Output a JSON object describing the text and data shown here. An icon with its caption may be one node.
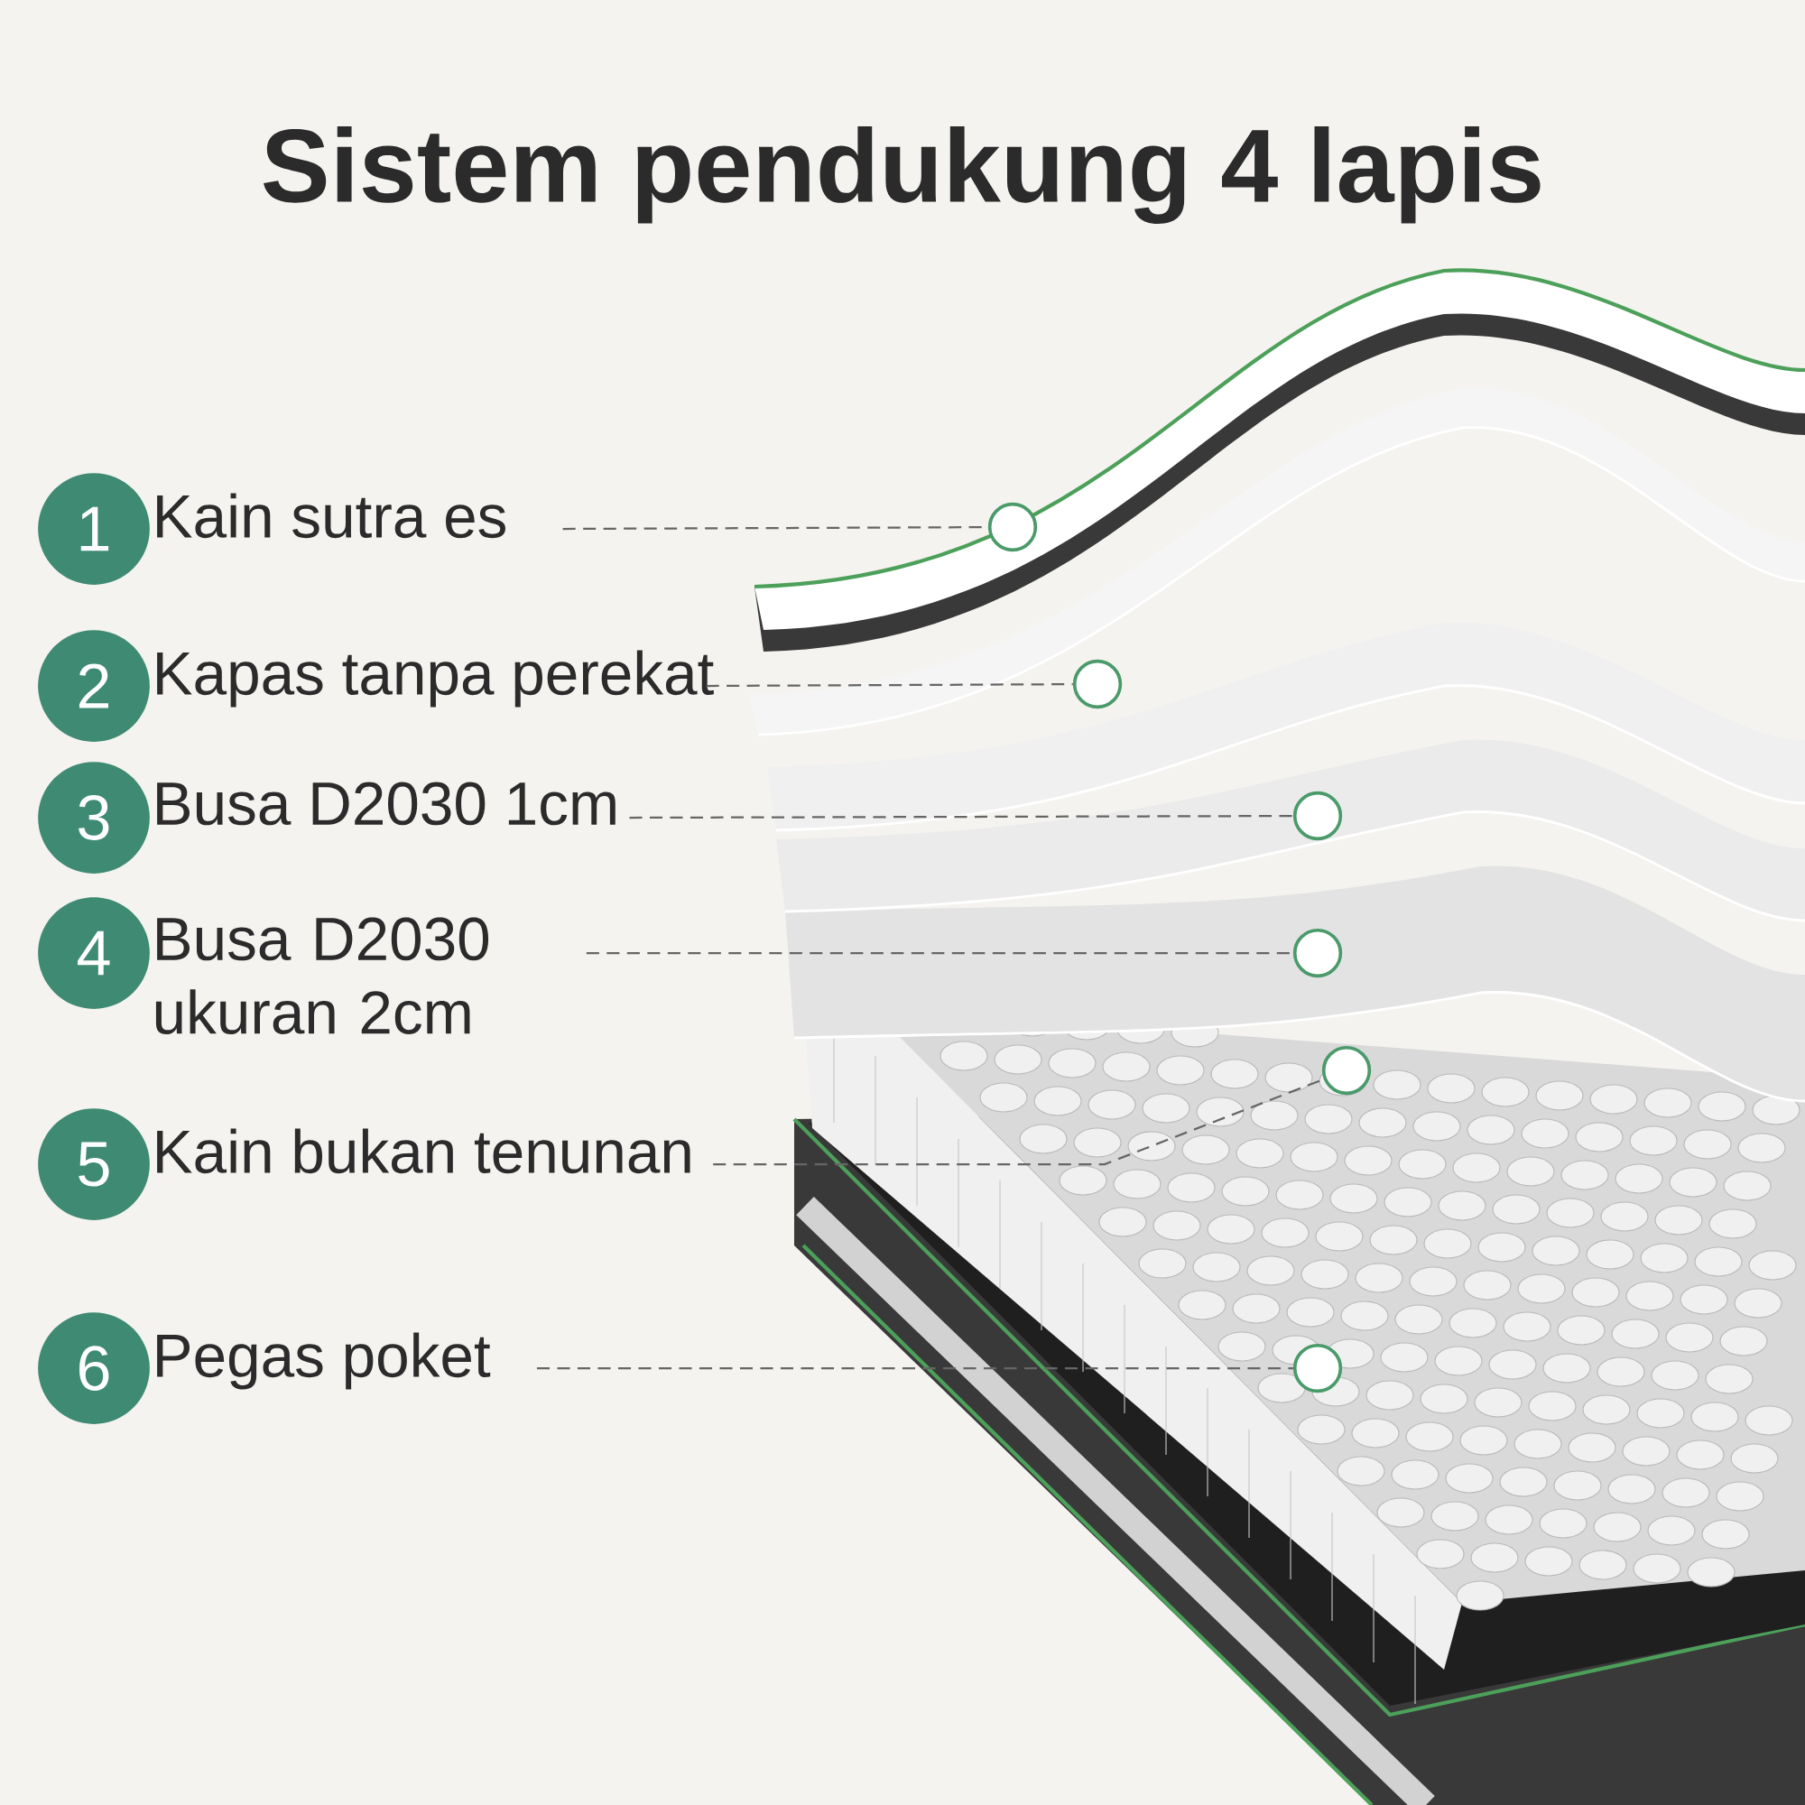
{
  "diagram": {
    "title": "Sistem pendukung 4 lapis",
    "nodes": [
      {
        "text": [
          "1",
          "Kain sutra es"
        ]
      },
      {
        "text": [
          "2",
          "Kapas tanpa perekat"
        ]
      },
      {
        "text": [
          "3",
          "Busa D2030 1cm"
        ]
      },
      {
        "text": [
          "4",
          "Busa D2030 ukuran 2cm"
        ]
      },
      {
        "text": [
          "5",
          "Kain bukan tenunan"
        ]
      },
      {
        "text": [
          "6",
          "Pegas poket"
        ]
      },
      {
        "text": [],
        "shape": "circle"
      },
      {
        "text": [],
        "shape": "circle"
      },
      {
        "text": [],
        "shape": "circle"
      },
      {
        "text": [],
        "shape": "circle"
      },
      {
        "text": [],
        "shape": "circle"
      },
      {
        "text": [],
        "shape": "circle"
      }
    ],
    "edges": [
      {
        "from": 0,
        "to": 6,
        "arrow": "none",
        "style": "dashed"
      },
      {
        "from": 1,
        "to": 7,
        "arrow": "none",
        "style": "dashed"
      },
      {
        "from": 2,
        "to": 8,
        "arrow": "none",
        "style": "dashed"
      },
      {
        "from": 3,
        "to": 9,
        "arrow": "none",
        "style": "dashed"
      },
      {
        "from": 4,
        "to": 10,
        "arrow": "none",
        "style": "dashed"
      },
      {
        "from": 5,
        "to": 11,
        "arrow": "none",
        "style": "dashed"
      }
    ]
  }
}
